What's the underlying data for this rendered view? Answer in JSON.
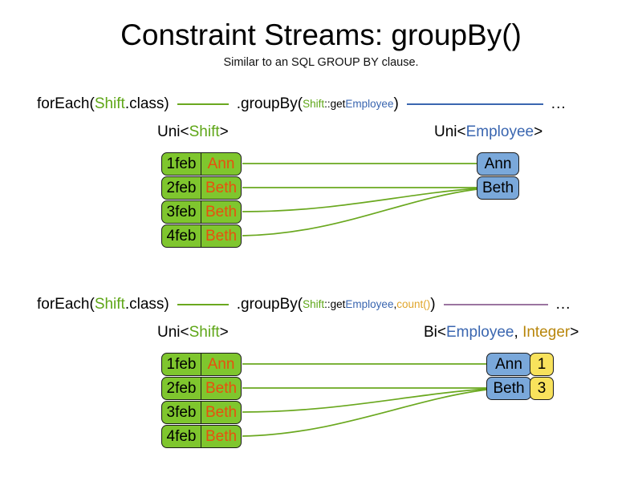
{
  "slide": {
    "title": "Constraint Streams: groupBy()",
    "subtitle": "Similar to an SQL GROUP BY clause."
  },
  "colors": {
    "shift_green": "#7fc62e",
    "employee_blue": "#7aa8da",
    "integer_yellow": "#f8e25c",
    "token_shift": "#5ea617",
    "token_employee": "#3a66b0",
    "token_integer": "#b8860b",
    "token_count": "#e0a52b",
    "name_orange": "#e8500e",
    "link_green": "#6aa81f",
    "link_blue": "#3a66b0",
    "link_purple": "#9b74a0",
    "box_border": "#1c1c1c"
  },
  "example1": {
    "code": {
      "foreach_prefix": "forEach(",
      "foreach_type": "Shift",
      "foreach_suffix": ".class)",
      "groupby_open": ".groupBy(",
      "mapper_type": "Shift",
      "mapper_sep": "::get",
      "mapper_prop": "Employee",
      "groupby_close": ")",
      "ellipsis": "..."
    },
    "left_label": {
      "prefix": "Uni<",
      "type": "Shift",
      "suffix": ">"
    },
    "right_label": {
      "prefix": "Uni<",
      "type": "Employee",
      "suffix": ">"
    },
    "shifts": [
      {
        "date": "1feb",
        "employee": "Ann"
      },
      {
        "date": "2feb",
        "employee": "Beth"
      },
      {
        "date": "3feb",
        "employee": "Beth"
      },
      {
        "date": "4feb",
        "employee": "Beth"
      }
    ],
    "employees": [
      {
        "name": "Ann"
      },
      {
        "name": "Beth"
      }
    ]
  },
  "example2": {
    "code": {
      "foreach_prefix": "forEach(",
      "foreach_type": "Shift",
      "foreach_suffix": ".class)",
      "groupby_open": ".groupBy(",
      "mapper_type": "Shift",
      "mapper_sep": "::get",
      "mapper_prop": "Employee",
      "arg_sep": ", ",
      "collector": "count()",
      "groupby_close": ")",
      "ellipsis": "..."
    },
    "left_label": {
      "prefix": "Uni<",
      "type": "Shift",
      "suffix": ">"
    },
    "right_label": {
      "prefix": "Bi<",
      "type_a": "Employee",
      "sep": ", ",
      "type_b": "Integer",
      "suffix": ">"
    },
    "shifts": [
      {
        "date": "1feb",
        "employee": "Ann"
      },
      {
        "date": "2feb",
        "employee": "Beth"
      },
      {
        "date": "3feb",
        "employee": "Beth"
      },
      {
        "date": "4feb",
        "employee": "Beth"
      }
    ],
    "groups": [
      {
        "employee": "Ann",
        "count": "1"
      },
      {
        "employee": "Beth",
        "count": "3"
      }
    ]
  }
}
